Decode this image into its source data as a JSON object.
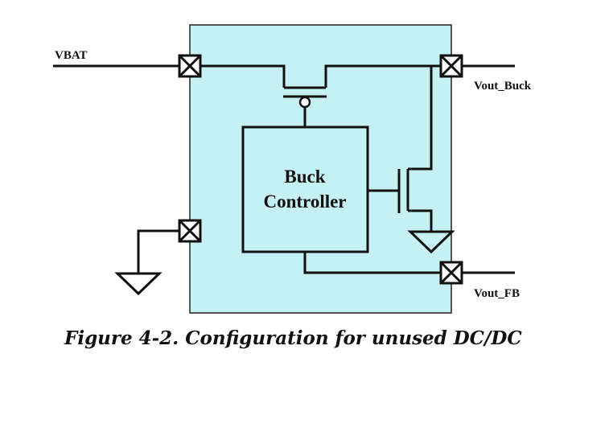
{
  "diagram": {
    "pins": {
      "vbat": "VBAT",
      "vout_buck": "Vout_Buck",
      "vout_fb": "Vout_FB"
    },
    "controller": {
      "line1": "Buck",
      "line2": "Controller"
    },
    "colors": {
      "chip_fill": "#c6f1f4",
      "wire": "#111111"
    }
  },
  "caption": "Figure 4-2. Configuration for unused DC/DC"
}
